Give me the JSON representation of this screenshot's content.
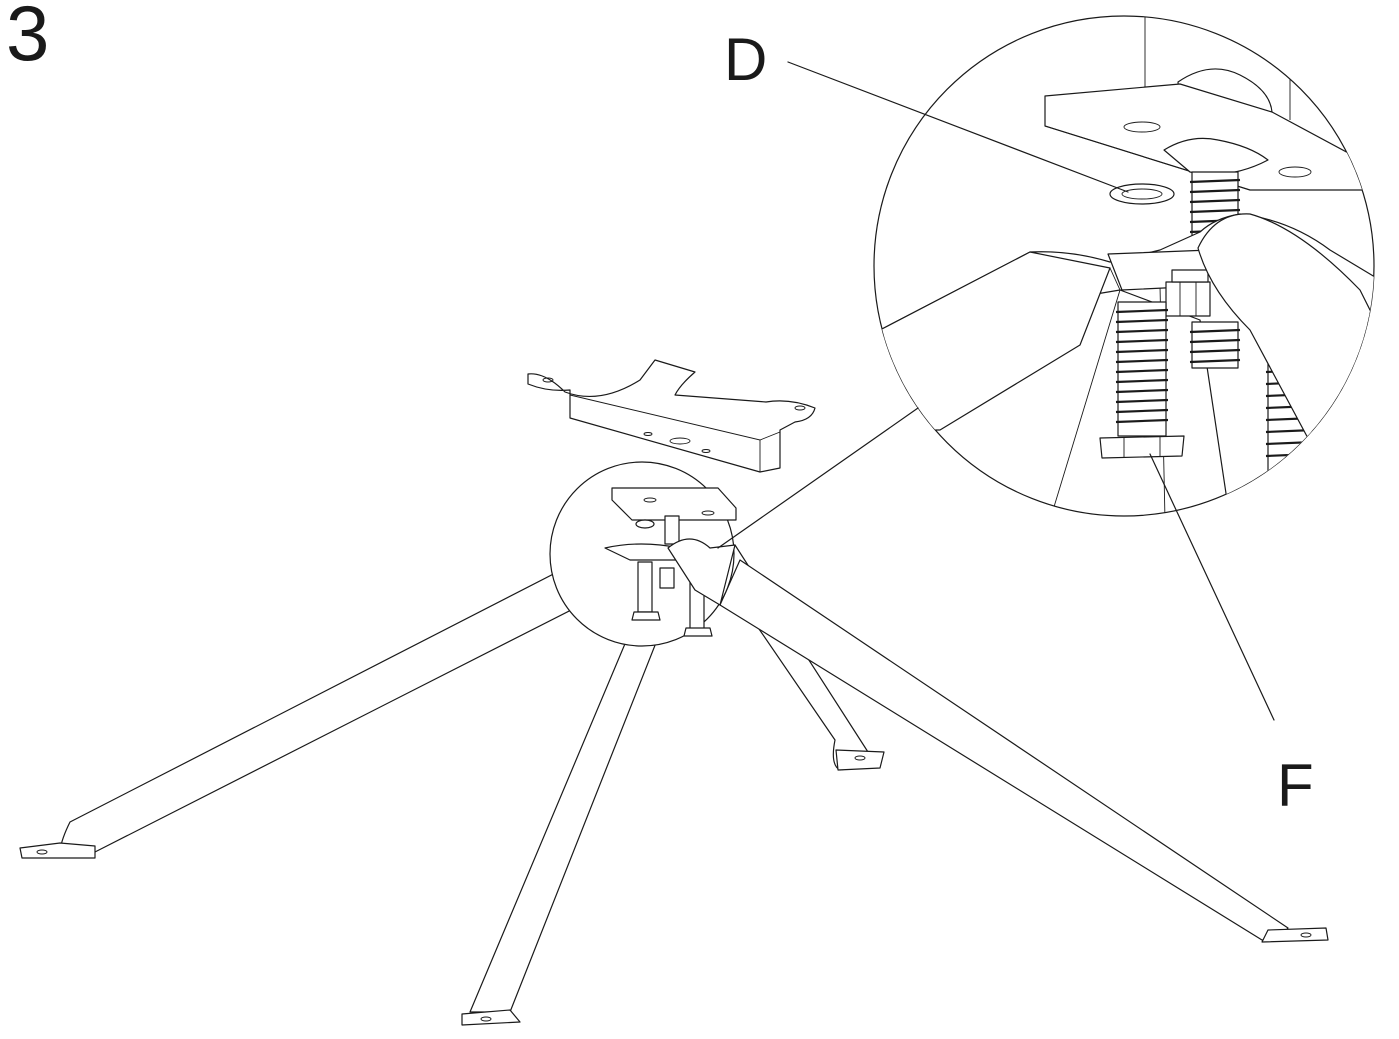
{
  "step": {
    "number": "3"
  },
  "callouts": [
    {
      "id": "D",
      "label": "D"
    },
    {
      "id": "F",
      "label": "F"
    }
  ],
  "colors": {
    "ink": "#1a1a1a",
    "background": "#ffffff"
  }
}
